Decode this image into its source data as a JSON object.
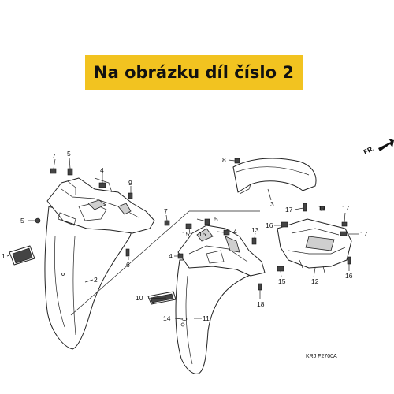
{
  "banner": {
    "text": "Na obrázku díl číslo 2"
  },
  "direction": {
    "text": "FR."
  },
  "diagram_code": "KRJ F2700A",
  "callouts": [
    {
      "id": "c7a",
      "text": "7"
    },
    {
      "id": "c5a",
      "text": "5"
    },
    {
      "id": "c4a",
      "text": "4"
    },
    {
      "id": "c9",
      "text": "9"
    },
    {
      "id": "c5b",
      "text": "5"
    },
    {
      "id": "c7b",
      "text": "7"
    },
    {
      "id": "c1",
      "text": "1"
    },
    {
      "id": "c6",
      "text": "6"
    },
    {
      "id": "c2",
      "text": "2"
    },
    {
      "id": "c8",
      "text": "8"
    },
    {
      "id": "c3",
      "text": "3"
    },
    {
      "id": "c17a",
      "text": "17"
    },
    {
      "id": "c17b",
      "text": "17"
    },
    {
      "id": "c17c",
      "text": "17"
    },
    {
      "id": "c17d",
      "text": "17"
    },
    {
      "id": "c16a",
      "text": "16"
    },
    {
      "id": "c16b",
      "text": "16"
    },
    {
      "id": "c12",
      "text": "12"
    },
    {
      "id": "c15a",
      "text": "15"
    },
    {
      "id": "c5c",
      "text": "5"
    },
    {
      "id": "c4b",
      "text": "4"
    },
    {
      "id": "c13",
      "text": "13"
    },
    {
      "id": "c15b",
      "text": "15"
    },
    {
      "id": "c4c",
      "text": "4"
    },
    {
      "id": "c15c",
      "text": "15"
    },
    {
      "id": "c18",
      "text": "18"
    },
    {
      "id": "c10",
      "text": "10"
    },
    {
      "id": "c14",
      "text": "14"
    },
    {
      "id": "c11",
      "text": "11"
    }
  ]
}
